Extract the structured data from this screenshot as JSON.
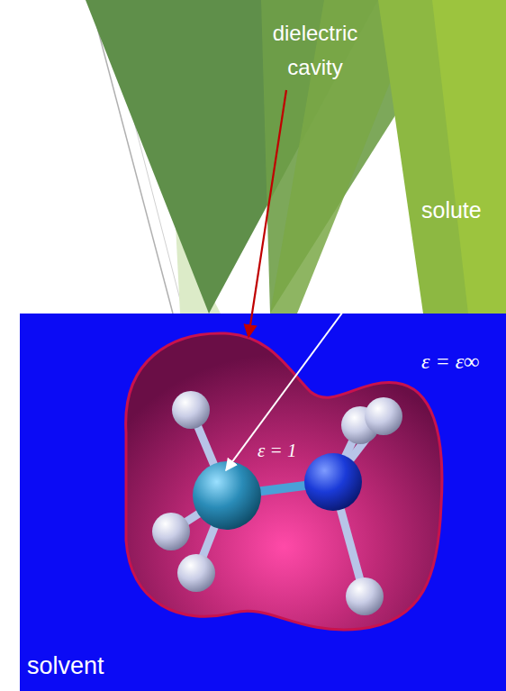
{
  "diagram": {
    "nodes": [
      {
        "text": [
          "ε = ε∞",
          "solvent"
        ]
      },
      {
        "text": [
          "ε = 1"
        ],
        "in": 0
      }
    ],
    "labels": [
      "dielectric cavity",
      "solute"
    ]
  }
}
